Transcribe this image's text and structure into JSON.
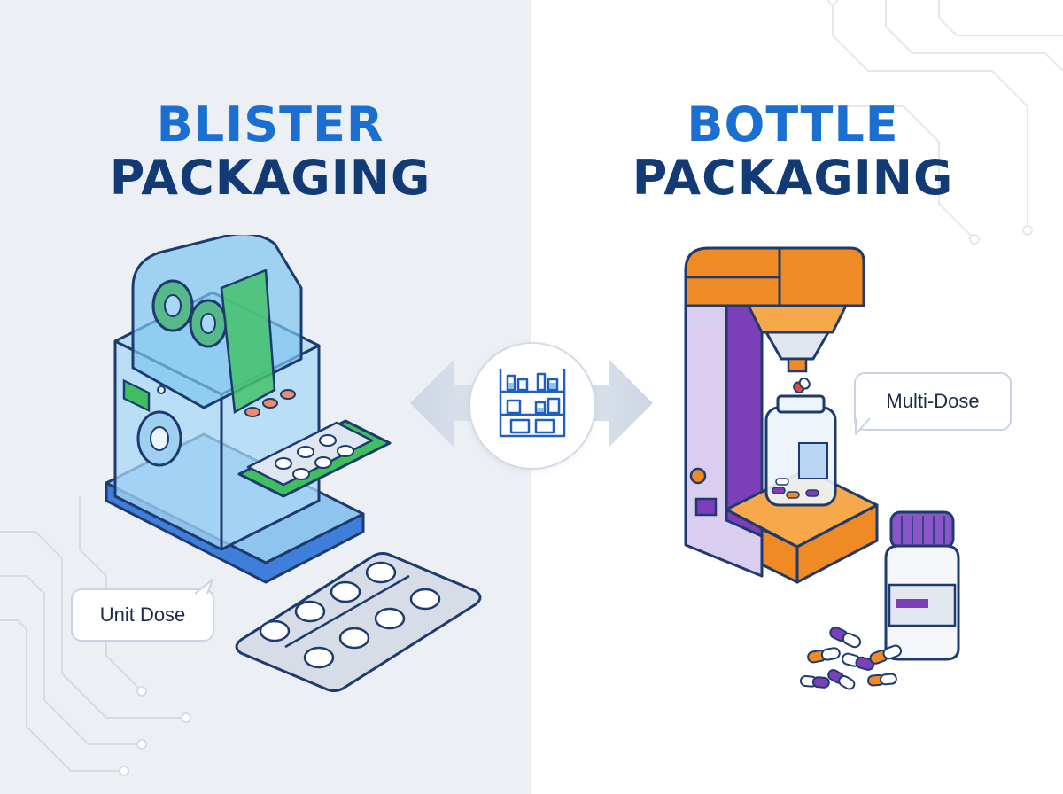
{
  "left": {
    "title_line1": "BLISTER",
    "title_line2": "PACKAGING",
    "label": "Unit Dose"
  },
  "right": {
    "title_line1": "BOTTLE",
    "title_line2": "PACKAGING",
    "label": "Multi-Dose"
  },
  "colors": {
    "title_blue": "#1a6fd1",
    "title_navy": "#123a74",
    "left_background": "#eceff4",
    "right_background": "#ffffff",
    "machine_orange": "#f08a24",
    "machine_purple": "#7d3fb8",
    "machine_lavender": "#d9cdf0",
    "blister_green": "#3fbf5f",
    "blister_blue": "#4aa3e0"
  },
  "icons": {
    "left_machine": "blister-packaging-machine-icon",
    "left_pack": "blister-pack-icon",
    "center": "pharmacy-shelf-icon",
    "right_machine": "bottle-filling-machine-icon",
    "right_bottle": "pill-bottle-icon",
    "right_capsules": "capsules-icon",
    "arrows": "double-arrow-icon"
  }
}
